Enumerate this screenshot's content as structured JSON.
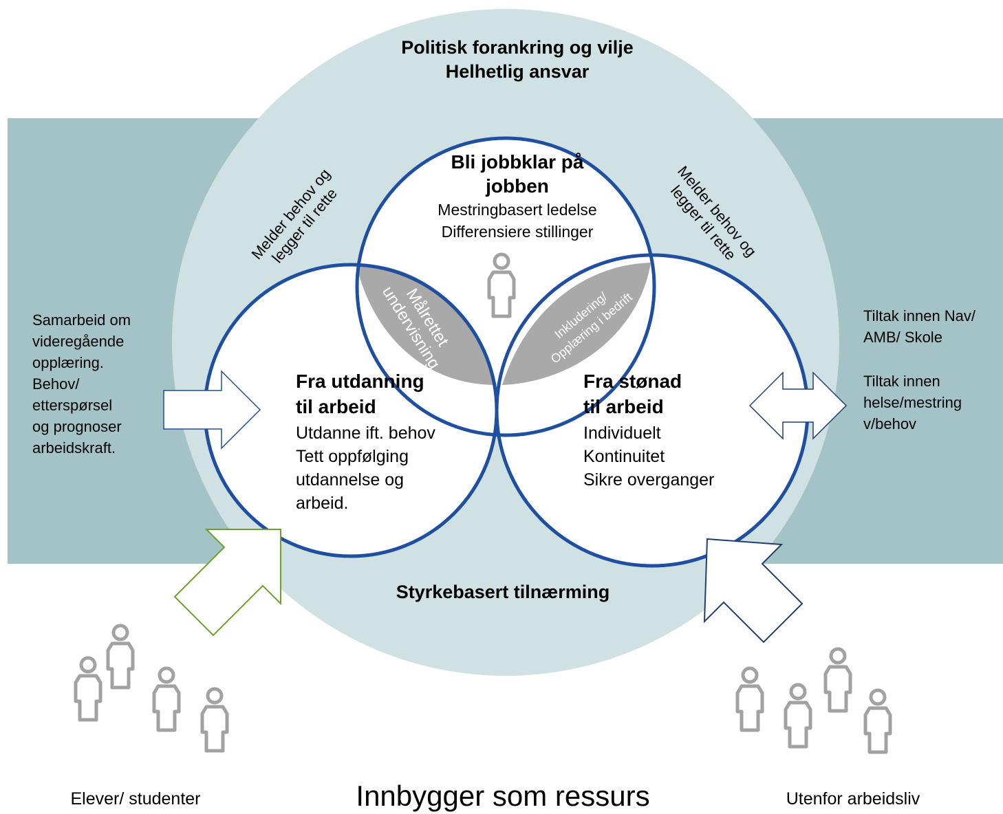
{
  "outer_circle": {
    "line1": "Politisk forankring og vilje",
    "line2": "Helhetlig ansvar",
    "bottom": "Styrkebasert tilnærming"
  },
  "top_circle": {
    "title1": "Bli jobbklar på",
    "title2": "jobben",
    "line1": "Mestringbasert ledelse",
    "line2": "Differensiere stillinger"
  },
  "left_circle": {
    "title1": "Fra utdanning",
    "title2": "til arbeid",
    "line1": "Utdanne ift. behov",
    "line2": "Tett oppfølging",
    "line3": "utdannelse og",
    "line4": "arbeid."
  },
  "right_circle": {
    "title1": "Fra stønad",
    "title2": "til arbeid",
    "line1": "Individuelt",
    "line2": "Kontinuitet",
    "line3": "Sikre overganger"
  },
  "overlap_left": {
    "line1": "Målrettet",
    "line2": "undervisning"
  },
  "overlap_right": {
    "line1": "Inkludering/",
    "line2": "Opplæring i bedrift"
  },
  "melder_left": {
    "line1": "Melder behov og",
    "line2": "legger til rette"
  },
  "melder_right": {
    "line1": "Melder behov og",
    "line2": "legger til rette"
  },
  "left_panel": {
    "lines": [
      "Samarbeid om",
      "videregående",
      "opplæring.",
      "Behov/",
      "etterspørsel",
      "og prognoser",
      "arbeidskraft."
    ]
  },
  "right_panel": {
    "lines": [
      "Tiltak innen Nav/",
      "AMB/ Skole",
      "",
      "Tiltak innen",
      "helse/mestring",
      "v/behov"
    ]
  },
  "footer": {
    "left": "Elever/ studenter",
    "center": "Innbygger som ressurs",
    "right": "Utenfor arbeidsliv"
  },
  "colors": {
    "band": "#a3c3c7",
    "outer_circle": "#d0e1e3",
    "circle_stroke": "#1e4fa1",
    "overlap": "#a9a9a9",
    "person": "#a2a2a2",
    "green_arrow": "#6f9f2a",
    "blue_arrow": "#1f3f73"
  }
}
